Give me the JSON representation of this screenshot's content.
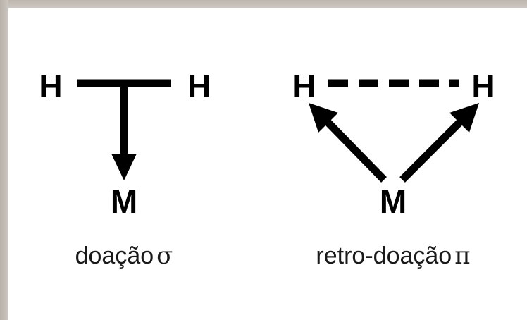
{
  "sigma_diagram": {
    "atom_left": "H",
    "atom_right": "H",
    "atom_metal": "M",
    "caption_text": "doação",
    "caption_symbol": "σ"
  },
  "pi_diagram": {
    "atom_left": "H",
    "atom_right": "H",
    "atom_metal": "M",
    "caption_text": "retro-doação",
    "caption_symbol": "π"
  }
}
